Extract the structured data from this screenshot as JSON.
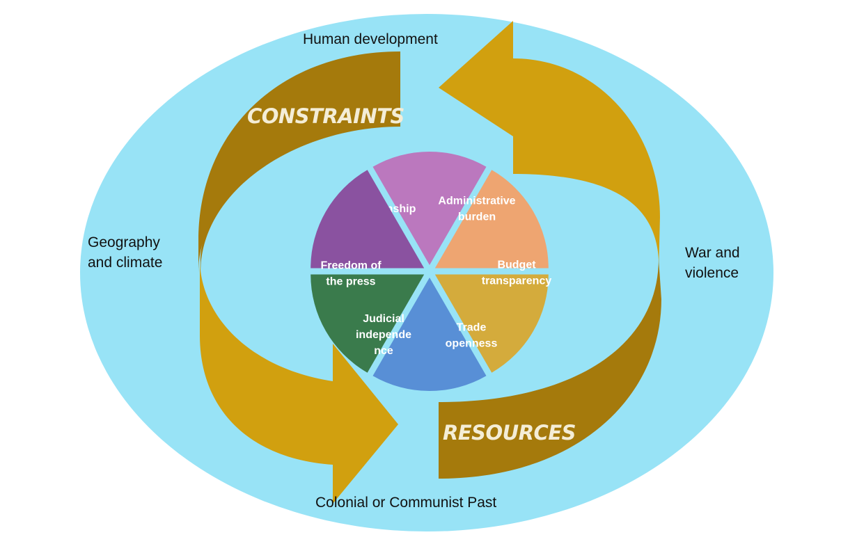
{
  "outer_factors": {
    "top": "Human development",
    "left_line1": "Geography",
    "left_line2": "and climate",
    "right_line1": "War and",
    "right_line2": "violence",
    "bottom": "Colonial or Communist Past"
  },
  "cycle": {
    "constraints_label": "CONSTRAINTS",
    "resources_label": "RESOURCES"
  },
  "segments": [
    {
      "lines": [
        "E-citizenship"
      ],
      "color": "#bb78be"
    },
    {
      "lines": [
        "Administrative",
        "burden"
      ],
      "color": "#eea571"
    },
    {
      "lines": [
        "Budget",
        "transparency"
      ],
      "color": "#d4ab3c"
    },
    {
      "lines": [
        "Trade",
        "openness"
      ],
      "color": "#588fd6"
    },
    {
      "lines": [
        "Judicial",
        "independe",
        "nce"
      ],
      "color": "#3a7b4c"
    },
    {
      "lines": [
        "Freedom of",
        "the press"
      ],
      "color": "#8a52a0"
    }
  ],
  "colors": {
    "outer_ellipse": "#98e3f6",
    "arrow_front": "#d1a00f",
    "arrow_back": "#a57a0c",
    "gap": "#a3e6f7"
  }
}
